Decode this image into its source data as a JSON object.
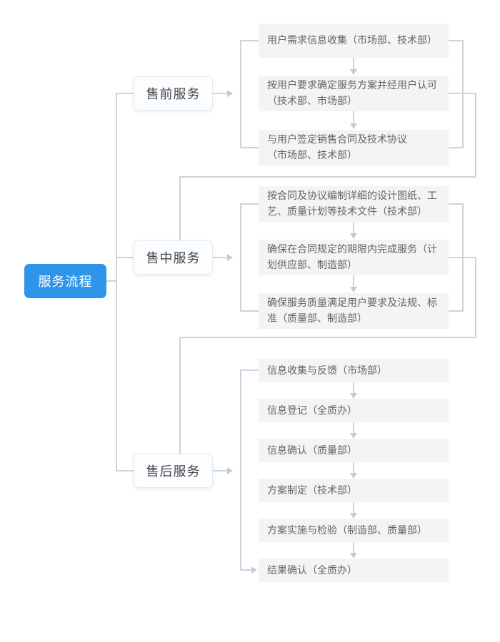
{
  "diagram": {
    "root": {
      "label": "服务流程"
    },
    "colors": {
      "root_bg": "#2e95ea",
      "root_text": "#ffffff",
      "line": "#ccd3dc",
      "arrow": "#c3cbd5",
      "step_bg": "#f4f4f5",
      "step_text": "#5f6368",
      "stage_bg": "#fcfdfe",
      "stage_border": "#e2eaf2",
      "stage_text": "#434549"
    },
    "stages": [
      {
        "label": "售前服务",
        "steps": [
          "用户需求信息收集（市场部、技术部）",
          "按用户要求确定服务方案并经用户认可\n（技术部、市场部）",
          "与用户签定销售合同及技术协议\n（市场部、技术部）"
        ]
      },
      {
        "label": "售中服务",
        "steps": [
          "按合同及协议编制详细的设计图纸、工\n艺、质量计划等技术文件（技术部）",
          "确保在合同规定的期限内完成服务（计\n划供应部、制造部）",
          "确保服务质量满足用户要求及法规、标\n准（质量部、制造部）"
        ]
      },
      {
        "label": "售后服务",
        "steps": [
          "信息收集与反馈（市场部）",
          "信息登记（全质办）",
          "信息确认（质量部）",
          "方案制定（技术部）",
          "方案实施与检验（制造部、质量部）",
          "结果确认（全质办）"
        ]
      }
    ]
  }
}
